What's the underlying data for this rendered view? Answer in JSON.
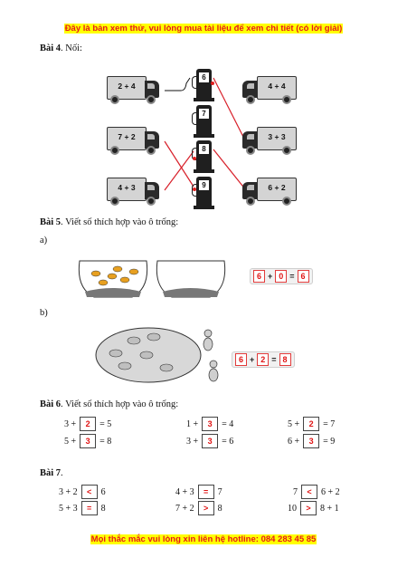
{
  "banner_top": "Đây là bản xem thử, vui lòng mua tài liệu để xem chi tiết (có lời giải)",
  "banner_bottom": "Mọi thắc mắc vui lòng xin liên hệ hotline: 084 283 45 85",
  "bai4": {
    "title": "Bài 4",
    "instruction": ". Nối:"
  },
  "trucks": {
    "l1": "2 + 4",
    "l2": "7 + 2",
    "l3": "4 + 3",
    "r1": "4 + 4",
    "r2": "3 + 3",
    "r3": "6 + 2"
  },
  "pumps": {
    "p1": "6",
    "p2": "7",
    "p3": "8",
    "p4": "9"
  },
  "bai5": {
    "title": "Bài 5",
    "instruction": ". Viết số thích hợp vào ô trống:",
    "a": "a)",
    "b": "b)"
  },
  "eq_a": {
    "n1": "6",
    "op": "+",
    "n2": "0",
    "eq": "=",
    "r": "6"
  },
  "eq_b": {
    "n1": "6",
    "op": "+",
    "n2": "2",
    "eq": "=",
    "r": "8"
  },
  "bai6": {
    "title": "Bài 6",
    "instruction": ".  Viết số thích hợp vào ô trống:"
  },
  "b6": [
    {
      "pre": "3 +",
      "ans": "2",
      "post": "= 5"
    },
    {
      "pre": "1 +",
      "ans": "3",
      "post": "= 4"
    },
    {
      "pre": "5 +",
      "ans": "2",
      "post": "= 7"
    },
    {
      "pre": "5 +",
      "ans": "3",
      "post": "= 8"
    },
    {
      "pre": "3 +",
      "ans": "3",
      "post": "= 6"
    },
    {
      "pre": "6 +",
      "ans": "3",
      "post": "= 9"
    }
  ],
  "bai7": {
    "title": "Bài 7",
    "instruction": "."
  },
  "b7": [
    {
      "left": "3 + 2",
      "sign": "<",
      "right": "6"
    },
    {
      "left": "4 + 3",
      "sign": "=",
      "right": "7"
    },
    {
      "left": "7",
      "sign": "<",
      "right": "6 + 2"
    },
    {
      "left": "5 + 3",
      "sign": "=",
      "right": "8"
    },
    {
      "left": "7 + 2",
      "sign": ">",
      "right": "8"
    },
    {
      "left": "10",
      "sign": ">",
      "right": "8 + 1"
    }
  ]
}
